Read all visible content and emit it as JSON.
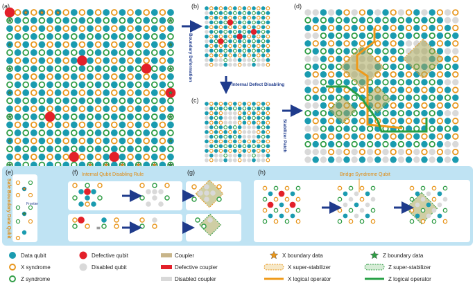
{
  "panels": {
    "a": "(a)",
    "b": "(b)",
    "c": "(c)",
    "d": "(d)",
    "e": "(e)",
    "f": "(f)",
    "g": "(g)",
    "h": "(h)"
  },
  "arrows": {
    "boundary_deformation": "Boundary Deformation",
    "internal_defect_disabling": "Internal Defect Disabling",
    "stabilizer_patch": "Stabilizer Patch"
  },
  "bottom": {
    "safe_boundary": "Safe Boundary Data Qubit",
    "frontier": "Frontier",
    "internal_rule": "Internal Qubit Disabling Rule",
    "bridge": "Bridge Syndrome Qubit",
    "equals": "="
  },
  "legend": [
    {
      "key": "data_qubit",
      "label": "Data qubit"
    },
    {
      "key": "x_syndrome",
      "label": "X syndrome"
    },
    {
      "key": "z_syndrome",
      "label": "Z syndrome"
    },
    {
      "key": "defective_qubit",
      "label": "Defective qubit"
    },
    {
      "key": "disabled_qubit",
      "label": "Disabled qubit"
    },
    {
      "key": "coupler",
      "label": "Coupler"
    },
    {
      "key": "defective_coupler",
      "label": "Defective coupler"
    },
    {
      "key": "disabled_coupler",
      "label": "Disabled coupler"
    },
    {
      "key": "x_boundary",
      "label": "X boundary data"
    },
    {
      "key": "x_super",
      "label": "X super-stabilizer"
    },
    {
      "key": "x_logical",
      "label": "X logical operator"
    },
    {
      "key": "z_boundary",
      "label": "Z boundary data"
    },
    {
      "key": "z_super",
      "label": "Z super-stabilizer"
    },
    {
      "key": "z_logical",
      "label": "Z logical operator"
    }
  ],
  "colors": {
    "data": "#1a9bb0",
    "x": "#e8961c",
    "z": "#2e9c44",
    "defect": "#e3202a",
    "disabled": "#d9d9d9",
    "coupler": "#c8b58a",
    "xlogical": "#ef9a1a",
    "zlogical": "#27a046",
    "panel_bg": "#bfe3f3",
    "arrow": "#1f3b8c"
  },
  "lattices": {
    "a": {
      "cols": 21,
      "rows": 20,
      "defects": [
        [
          0,
          0
        ],
        [
          9,
          6
        ],
        [
          17,
          7
        ],
        [
          20,
          10
        ],
        [
          5,
          13
        ],
        [
          13,
          18
        ],
        [
          8,
          18
        ]
      ]
    },
    "b": {
      "cols": 14,
      "rows": 13
    },
    "c": {
      "cols": 14,
      "rows": 13
    },
    "d": {
      "cols": 20,
      "rows": 20
    }
  }
}
